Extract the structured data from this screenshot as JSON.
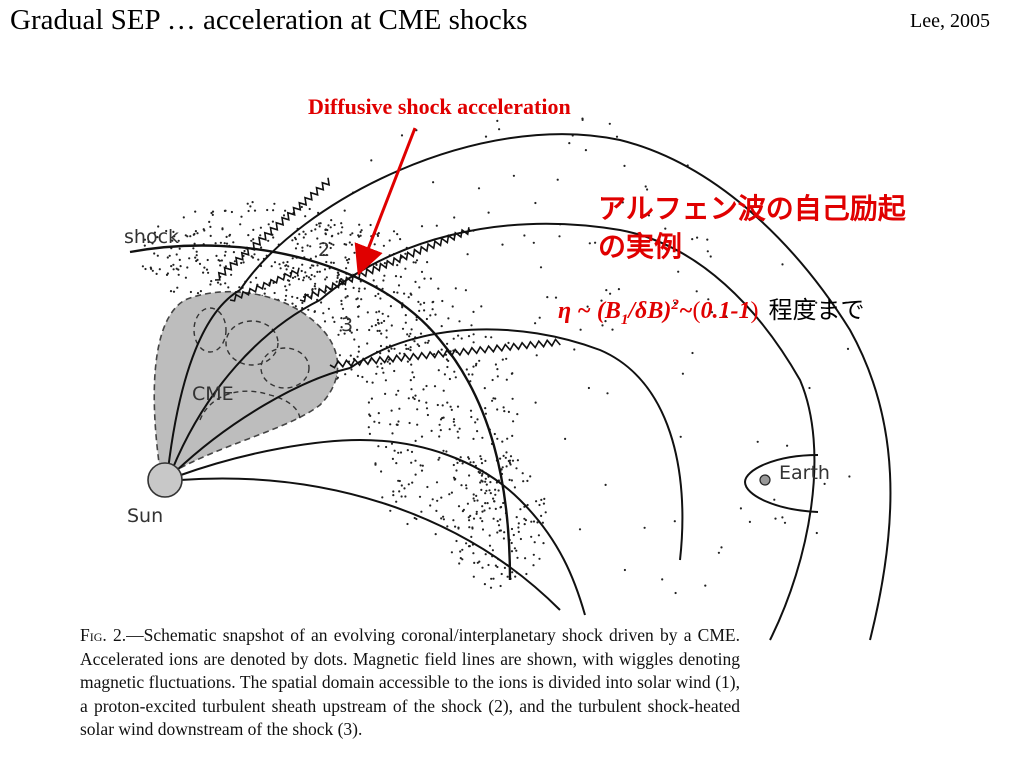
{
  "slide": {
    "title": "Gradual SEP … acceleration at CME shocks",
    "citation": "Lee, 2005"
  },
  "annotations": {
    "dsa": "Diffusive shock acceleration",
    "alfven_line1": "アルフェン波の自己励起",
    "alfven_line2": "の実例",
    "formula_eta": "η ~ (B",
    "formula_sub": "1",
    "formula_mid": "/δB)",
    "formula_sup": "2",
    "formula_tilde": "~",
    "formula_open": "(",
    "formula_range": "0.1-1",
    "formula_close": ")",
    "formula_jp": "程度まで"
  },
  "figure": {
    "label_shock": "shock",
    "label_region2": "2",
    "label_region3": "3",
    "label_cme": "CME",
    "label_sun": "Sun",
    "label_earth": "Earth",
    "colors": {
      "annotation_red": "#e00000",
      "cme_gray": "#bdbdbd",
      "sun_gray": "#c8c8c8"
    }
  },
  "caption": {
    "fig_label": "Fig. 2.",
    "text": "—Schematic snapshot of an evolving coronal/interplanetary shock driven by a CME. Accelerated ions are denoted by dots. Magnetic field lines are shown, with wiggles denoting magnetic fluctuations. The spatial domain accessible to the ions is divided into solar wind (1), a proton-excited turbulent sheath upstream of the shock (2), and the turbulent shock-heated solar wind downstream of the shock (3)."
  }
}
